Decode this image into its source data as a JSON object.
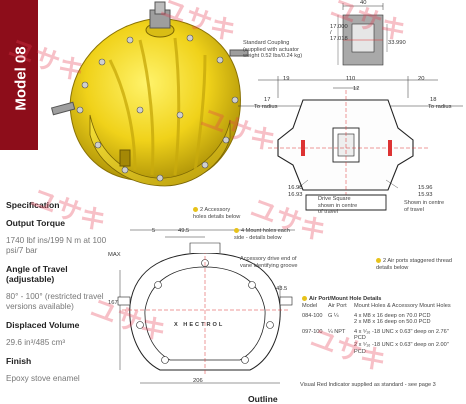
{
  "side_title": "Model 08",
  "coupling": {
    "label": "Standard Coupling (supplied with actuator weight 0.52 lbs/0.24 kg)"
  },
  "coupling_dims": {
    "top": "40",
    "left": "17.000 / 17.018",
    "right": "33.990"
  },
  "top_view": {
    "d_19": "19",
    "d_110": "110",
    "d_20": "20",
    "d_12": "12",
    "d_17": "17",
    "d_to_radius_left": "To radius",
    "d_18": "18",
    "d_to_radius_right": "To radius",
    "d_16_98": "16.98",
    "d_16_93": "16.93",
    "d_15_96": "15.96",
    "d_15_93": "15.93",
    "drive_square": "Drive Square shown in centre of travel",
    "shown_travel": "Shown in centre of travel"
  },
  "specs": [
    {
      "heading": "Specification",
      "value": ""
    },
    {
      "heading": "Output Torque",
      "value": "1740 lbf ins/199 N m at 100 psi/7 bar"
    },
    {
      "heading": "Angle of Travel (adjustable)",
      "value": "80° - 100° (restricted travel versions available)"
    },
    {
      "heading": "Displaced Volume",
      "value": "29.6 in³/485 cm³"
    },
    {
      "heading": "Finish",
      "value": "Epoxy stove enamel"
    }
  ],
  "drawing": {
    "accessory_holes": "2 Accessory holes details below",
    "mount_holes": "4 Mount holes each side - details below",
    "accessory_drive": "Accessory drive end of vane identifying groove",
    "air_ports": "2 Air ports staggered thread details below",
    "dim_49_5": "49.5",
    "dim_5": "5",
    "dim_167": "167",
    "dim_43_5": "43.5",
    "dim_206": "206",
    "dim_max": "MAX",
    "housing_text": "X HECTROL"
  },
  "holes_table": {
    "title": "Air Port/Mount Hole Details",
    "headers": [
      "Model",
      "Air Port",
      "Mount Holes & Accessory Mount Holes"
    ],
    "rows": [
      {
        "model": "084-100",
        "port": "G ¼",
        "holes": [
          "4 x M8 x 16 deep on 70.0 PCD",
          "2 x M8 x 16 deep on 50.0 PCD"
        ]
      },
      {
        "model": "097-100",
        "port": "¼ NPT",
        "holes": [
          "4 x ⁵⁄₁₆ -18 UNC x 0.63\" deep on 2.76\" PCD",
          "2 x ⁵⁄₁₆ -18 UNC x 0.63\" deep on 2.00\" PCD"
        ]
      }
    ]
  },
  "footer": {
    "visual": "Visual Red Indicator supplied as standard - see page 3",
    "outline": "Outline"
  },
  "watermark": {
    "text": "ユサキ"
  }
}
